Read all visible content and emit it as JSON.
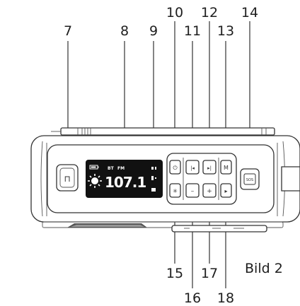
{
  "callouts": [
    "7",
    "8",
    "9",
    "10",
    "11",
    "12",
    "13",
    "14",
    "15",
    "16",
    "17",
    "18"
  ],
  "caption": "Bild 2",
  "display": {
    "bt": "BT",
    "fm": "FM",
    "frequency": "107.1"
  },
  "button_glyphs": {
    "flashlight": "⊓",
    "power": "⏻",
    "mode": "M",
    "prev": "|◂",
    "next": "▸|",
    "vol_down": "–",
    "vol_up": "+",
    "play": "▸",
    "sos": "SOS"
  }
}
